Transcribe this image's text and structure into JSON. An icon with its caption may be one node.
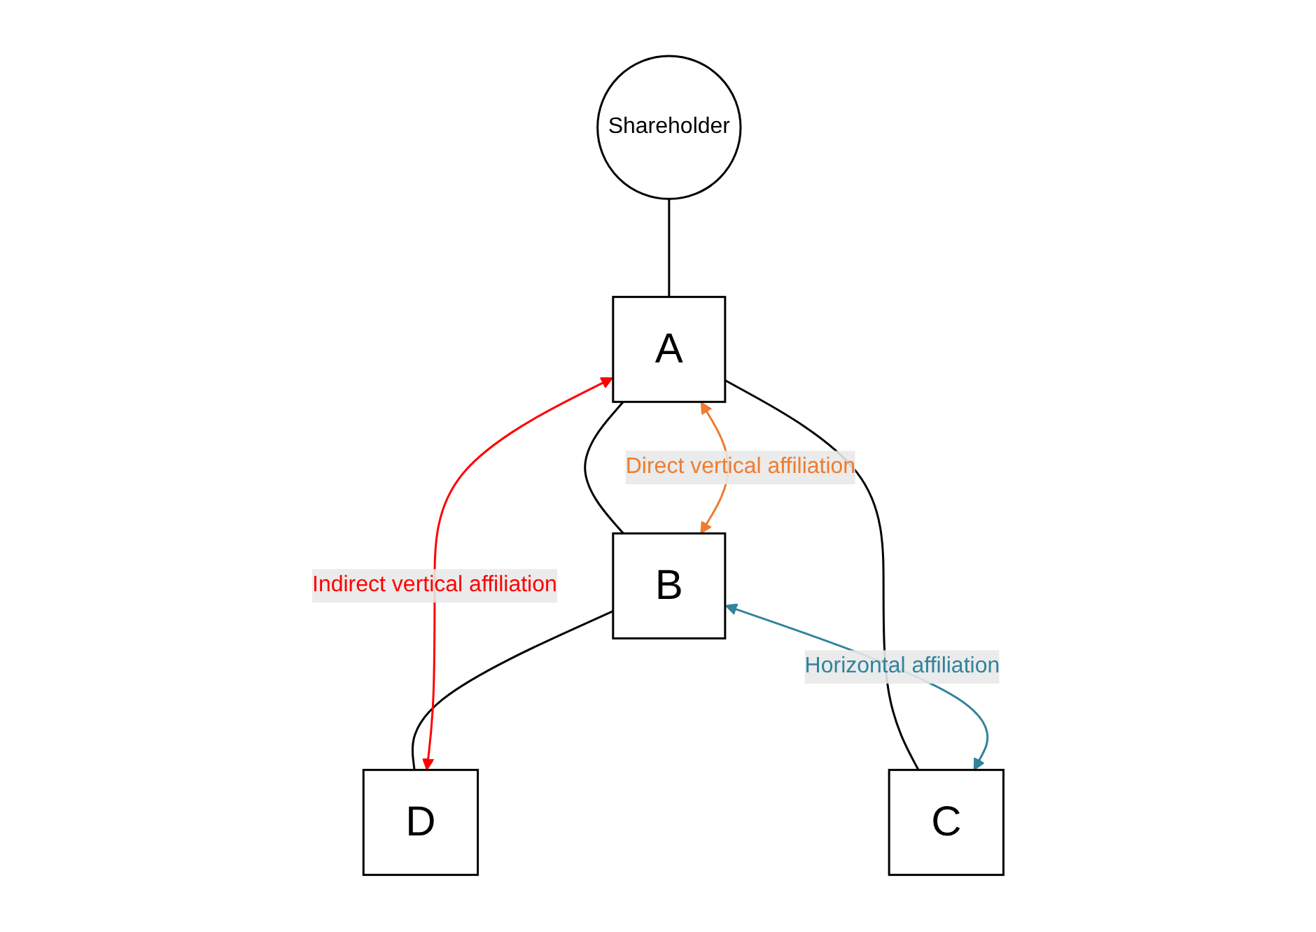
{
  "diagram": {
    "nodes": [
      {
        "text": [
          "Shareholder"
        ]
      },
      {
        "text": [
          "A"
        ]
      },
      {
        "text": [
          "B"
        ]
      },
      {
        "text": [
          "C"
        ]
      },
      {
        "text": [
          "D"
        ]
      }
    ],
    "edges": [
      {
        "from": 0,
        "to": 1,
        "arrow": "none"
      },
      {
        "from": 1,
        "to": 2,
        "arrow": "none"
      },
      {
        "from": 1,
        "to": 3,
        "arrow": "none"
      },
      {
        "from": 2,
        "to": 4,
        "arrow": "none"
      },
      {
        "from": 1,
        "to": 2,
        "arrow": "both",
        "label": "Direct vertical affiliation",
        "color": "#ed7d31"
      },
      {
        "from": 1,
        "to": 4,
        "arrow": "both",
        "label": "Indirect vertical affiliation",
        "color": "#ff0000"
      },
      {
        "from": 2,
        "to": 3,
        "arrow": "both",
        "label": "Horizontal affiliation",
        "color": "#31849b"
      }
    ]
  }
}
